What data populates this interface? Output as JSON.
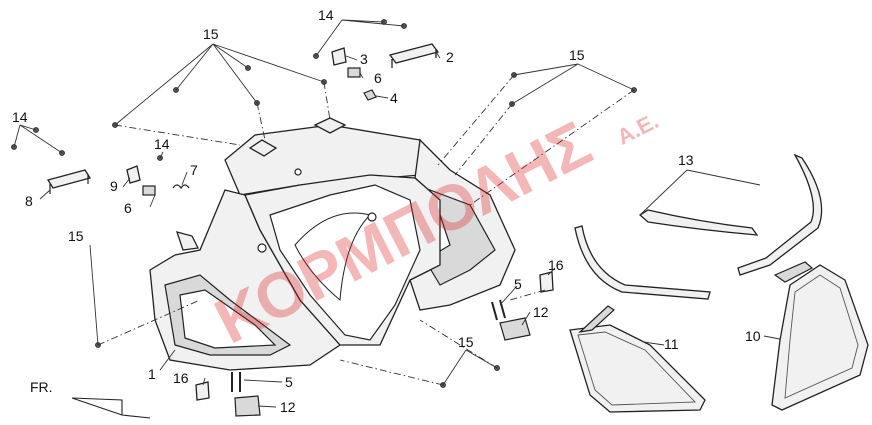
{
  "watermark": {
    "main": "ΚΟΡΜΠΟΛΗΣ",
    "suffix": "Α.Ε.",
    "color": "#dd2222"
  },
  "orientation": {
    "label": "FR."
  },
  "callouts": [
    {
      "id": "c1",
      "text": "1"
    },
    {
      "id": "c2",
      "text": "2"
    },
    {
      "id": "c3",
      "text": "3"
    },
    {
      "id": "c4",
      "text": "4"
    },
    {
      "id": "c5a",
      "text": "5"
    },
    {
      "id": "c5b",
      "text": "5"
    },
    {
      "id": "c6a",
      "text": "6"
    },
    {
      "id": "c6b",
      "text": "6"
    },
    {
      "id": "c7",
      "text": "7"
    },
    {
      "id": "c8",
      "text": "8"
    },
    {
      "id": "c9",
      "text": "9"
    },
    {
      "id": "c10",
      "text": "10"
    },
    {
      "id": "c11",
      "text": "11"
    },
    {
      "id": "c12a",
      "text": "12"
    },
    {
      "id": "c12b",
      "text": "12"
    },
    {
      "id": "c13",
      "text": "13"
    },
    {
      "id": "c14a",
      "text": "14"
    },
    {
      "id": "c14b",
      "text": "14"
    },
    {
      "id": "c14c",
      "text": "14"
    },
    {
      "id": "c15a",
      "text": "15"
    },
    {
      "id": "c15b",
      "text": "15"
    },
    {
      "id": "c15c",
      "text": "15"
    },
    {
      "id": "c15d",
      "text": "15"
    },
    {
      "id": "c16a",
      "text": "16"
    },
    {
      "id": "c16b",
      "text": "16"
    }
  ]
}
